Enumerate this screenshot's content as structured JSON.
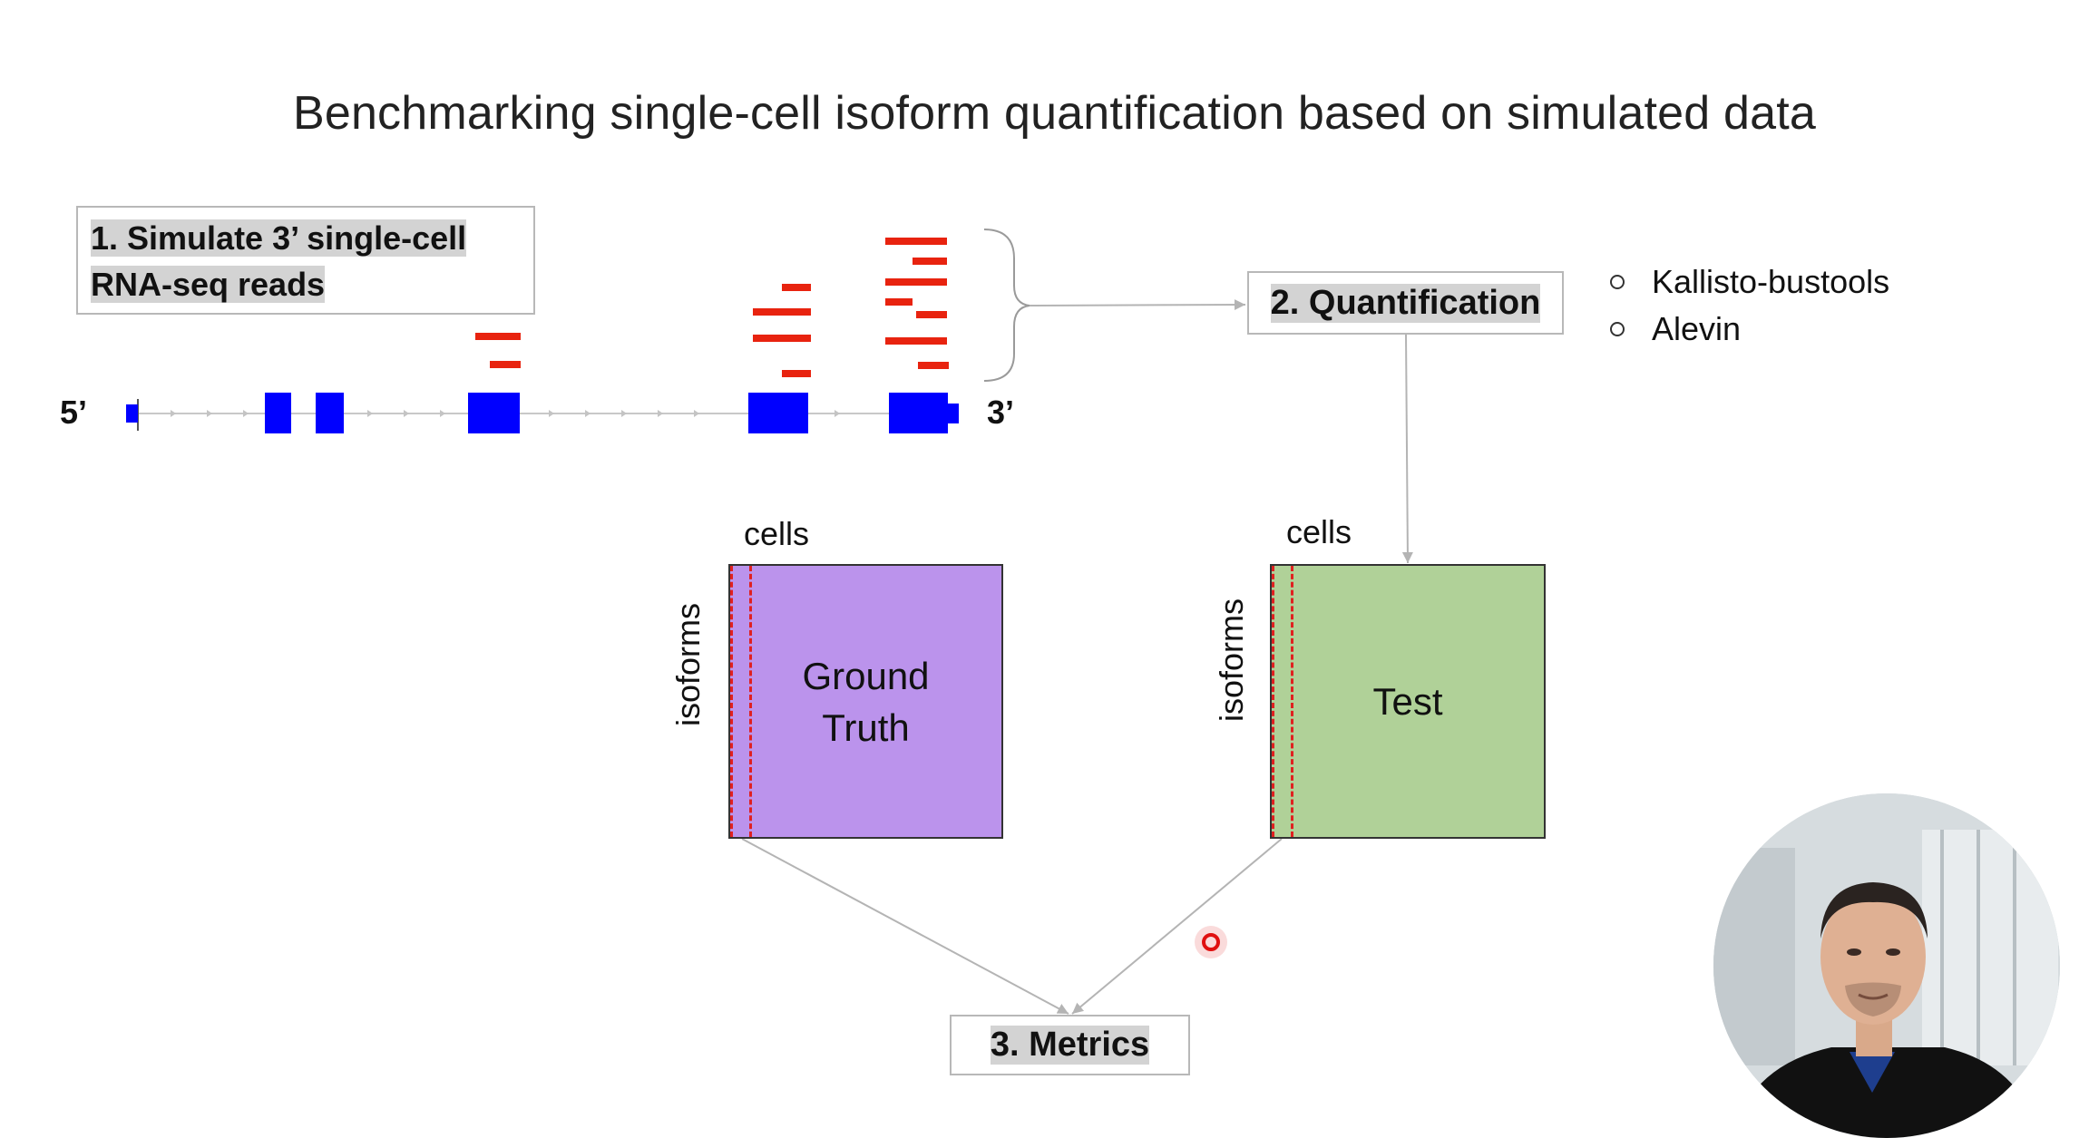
{
  "slide": {
    "title": "Benchmarking single-cell isoform quantification based on simulated data",
    "step1": {
      "line1": "1. Simulate 3’ single-cell",
      "line2": "RNA-seq reads"
    },
    "step2": "2. Quantification",
    "step3": "3. Metrics",
    "tools": [
      "Kallisto-bustools",
      "Alevin"
    ],
    "gene": {
      "five_prime": "5’",
      "three_prime": "3’"
    },
    "ground_truth": {
      "cells_label": "cells",
      "isoforms_label": "isoforms",
      "line1": "Ground",
      "line2": "Truth"
    },
    "test": {
      "cells_label": "cells",
      "isoforms_label": "isoforms",
      "label": "Test"
    }
  },
  "colors": {
    "exon": "#0000ff",
    "read": "#e8230f",
    "ground_truth_fill": "#bb93ec",
    "test_fill": "#b0d198",
    "box_highlight": "#d3d3d3",
    "arrow": "#b4b4b4",
    "cursor": "#e01010"
  }
}
